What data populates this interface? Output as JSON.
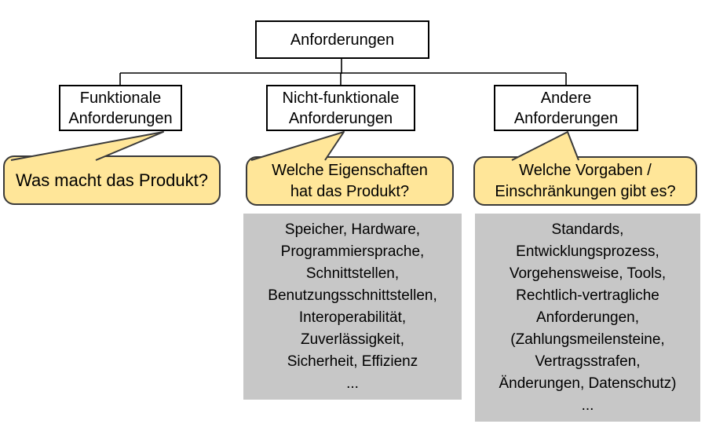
{
  "diagram": {
    "title": "Anforderungen",
    "root": {
      "label": "Anforderungen"
    },
    "branches": [
      {
        "node_lines": [
          "Funktionale",
          "Anforderungen"
        ],
        "question_lines": [
          "Was macht das Produkt?"
        ],
        "details_lines": []
      },
      {
        "node_lines": [
          "Nicht-funktionale",
          "Anforderungen"
        ],
        "question_lines": [
          "Welche Eigenschaften",
          "hat das Produkt?"
        ],
        "details_lines": [
          "Speicher, Hardware,",
          "Programmiersprache,",
          "Schnittstellen,",
          "Benutzungsschnittstellen,",
          "Interoperabilität,",
          "Zuverlässigkeit,",
          "Sicherheit, Effizienz",
          "..."
        ]
      },
      {
        "node_lines": [
          "Andere",
          "Anforderungen"
        ],
        "question_lines": [
          "Welche Vorgaben /",
          "Einschränkungen gibt es?"
        ],
        "details_lines": [
          "Standards,",
          "Entwicklungsprozess,",
          "Vorgehensweise, Tools,",
          "Rechtlich-vertragliche",
          "Anforderungen,",
          "(Zahlungsmeilensteine,",
          "Vertragsstrafen,",
          "Änderungen, Datenschutz)",
          "..."
        ]
      }
    ],
    "colors": {
      "bubble_fill": "#FFE699",
      "bubble_border": "#3A3A3A",
      "details_fill": "#C7C7C7",
      "box_border": "#000000",
      "text": "#000000"
    }
  }
}
